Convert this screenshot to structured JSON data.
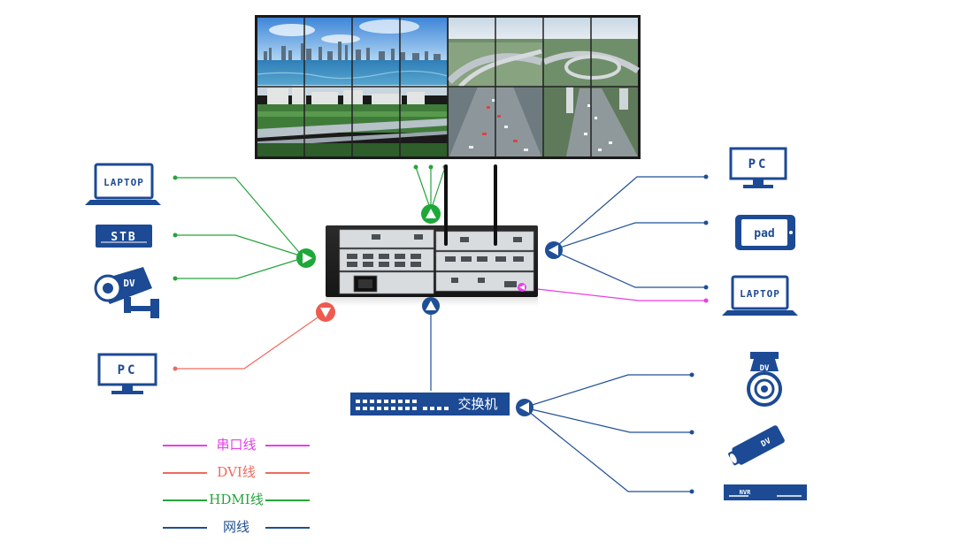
{
  "colors": {
    "serial": "#e83ee8",
    "dvi": "#ee6a5e",
    "hdmi": "#27a43c",
    "network": "#1f4f96",
    "device_blue": "#1c4a94",
    "node_green": "#1fa83a",
    "node_red": "#ef5a4f"
  },
  "left_devices": {
    "laptop": "LAPTOP",
    "stb": "STB",
    "dv_camera": "DV",
    "pc": "PC"
  },
  "right_devices": {
    "pc": "PC",
    "pad": "pad",
    "laptop": "LAPTOP"
  },
  "network_devices": {
    "switch_label": "交换机",
    "dome_camera": "DV",
    "bullet_camera": "DV",
    "nvr": "NVR"
  },
  "legend": [
    {
      "label": "串口线",
      "color": "#e83ee8"
    },
    {
      "label": "DVI线",
      "color": "#ee6a5e"
    },
    {
      "label": "HDMI线",
      "color": "#27a43c"
    },
    {
      "label": "网线",
      "color": "#1f4f96"
    }
  ]
}
